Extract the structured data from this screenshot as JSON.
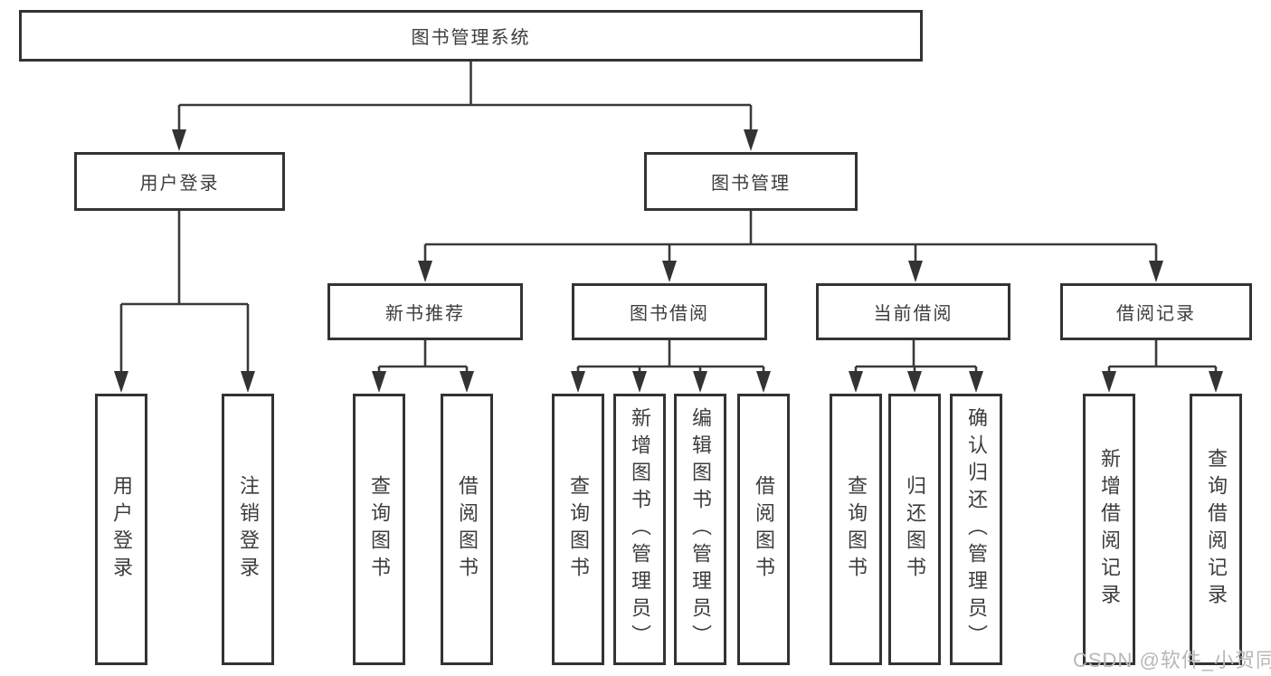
{
  "tree": {
    "label": "图书管理系统",
    "children": [
      {
        "label": "用户登录",
        "children": [
          {
            "label": "用户登录"
          },
          {
            "label": "注销登录"
          }
        ]
      },
      {
        "label": "图书管理",
        "children": [
          {
            "label": "新书推荐",
            "children": [
              {
                "label": "查询图书"
              },
              {
                "label": "借阅图书"
              }
            ]
          },
          {
            "label": "图书借阅",
            "children": [
              {
                "label": "查询图书"
              },
              {
                "label": "新增图书（管理员）"
              },
              {
                "label": "编辑图书（管理员）"
              },
              {
                "label": "借阅图书"
              }
            ]
          },
          {
            "label": "当前借阅",
            "children": [
              {
                "label": "查询图书"
              },
              {
                "label": "归还图书"
              },
              {
                "label": "确认归还（管理员）"
              }
            ]
          },
          {
            "label": "借阅记录",
            "children": [
              {
                "label": "新增借阅记录"
              },
              {
                "label": "查询借阅记录"
              }
            ]
          }
        ]
      }
    ]
  },
  "watermark": "CSDN @软件_小贺同学",
  "colors": {
    "line": "#3a3a3a",
    "box_border": "#333333",
    "text": "#3d3d3d",
    "watermark": "#b8b8b8",
    "background": "#ffffff"
  }
}
